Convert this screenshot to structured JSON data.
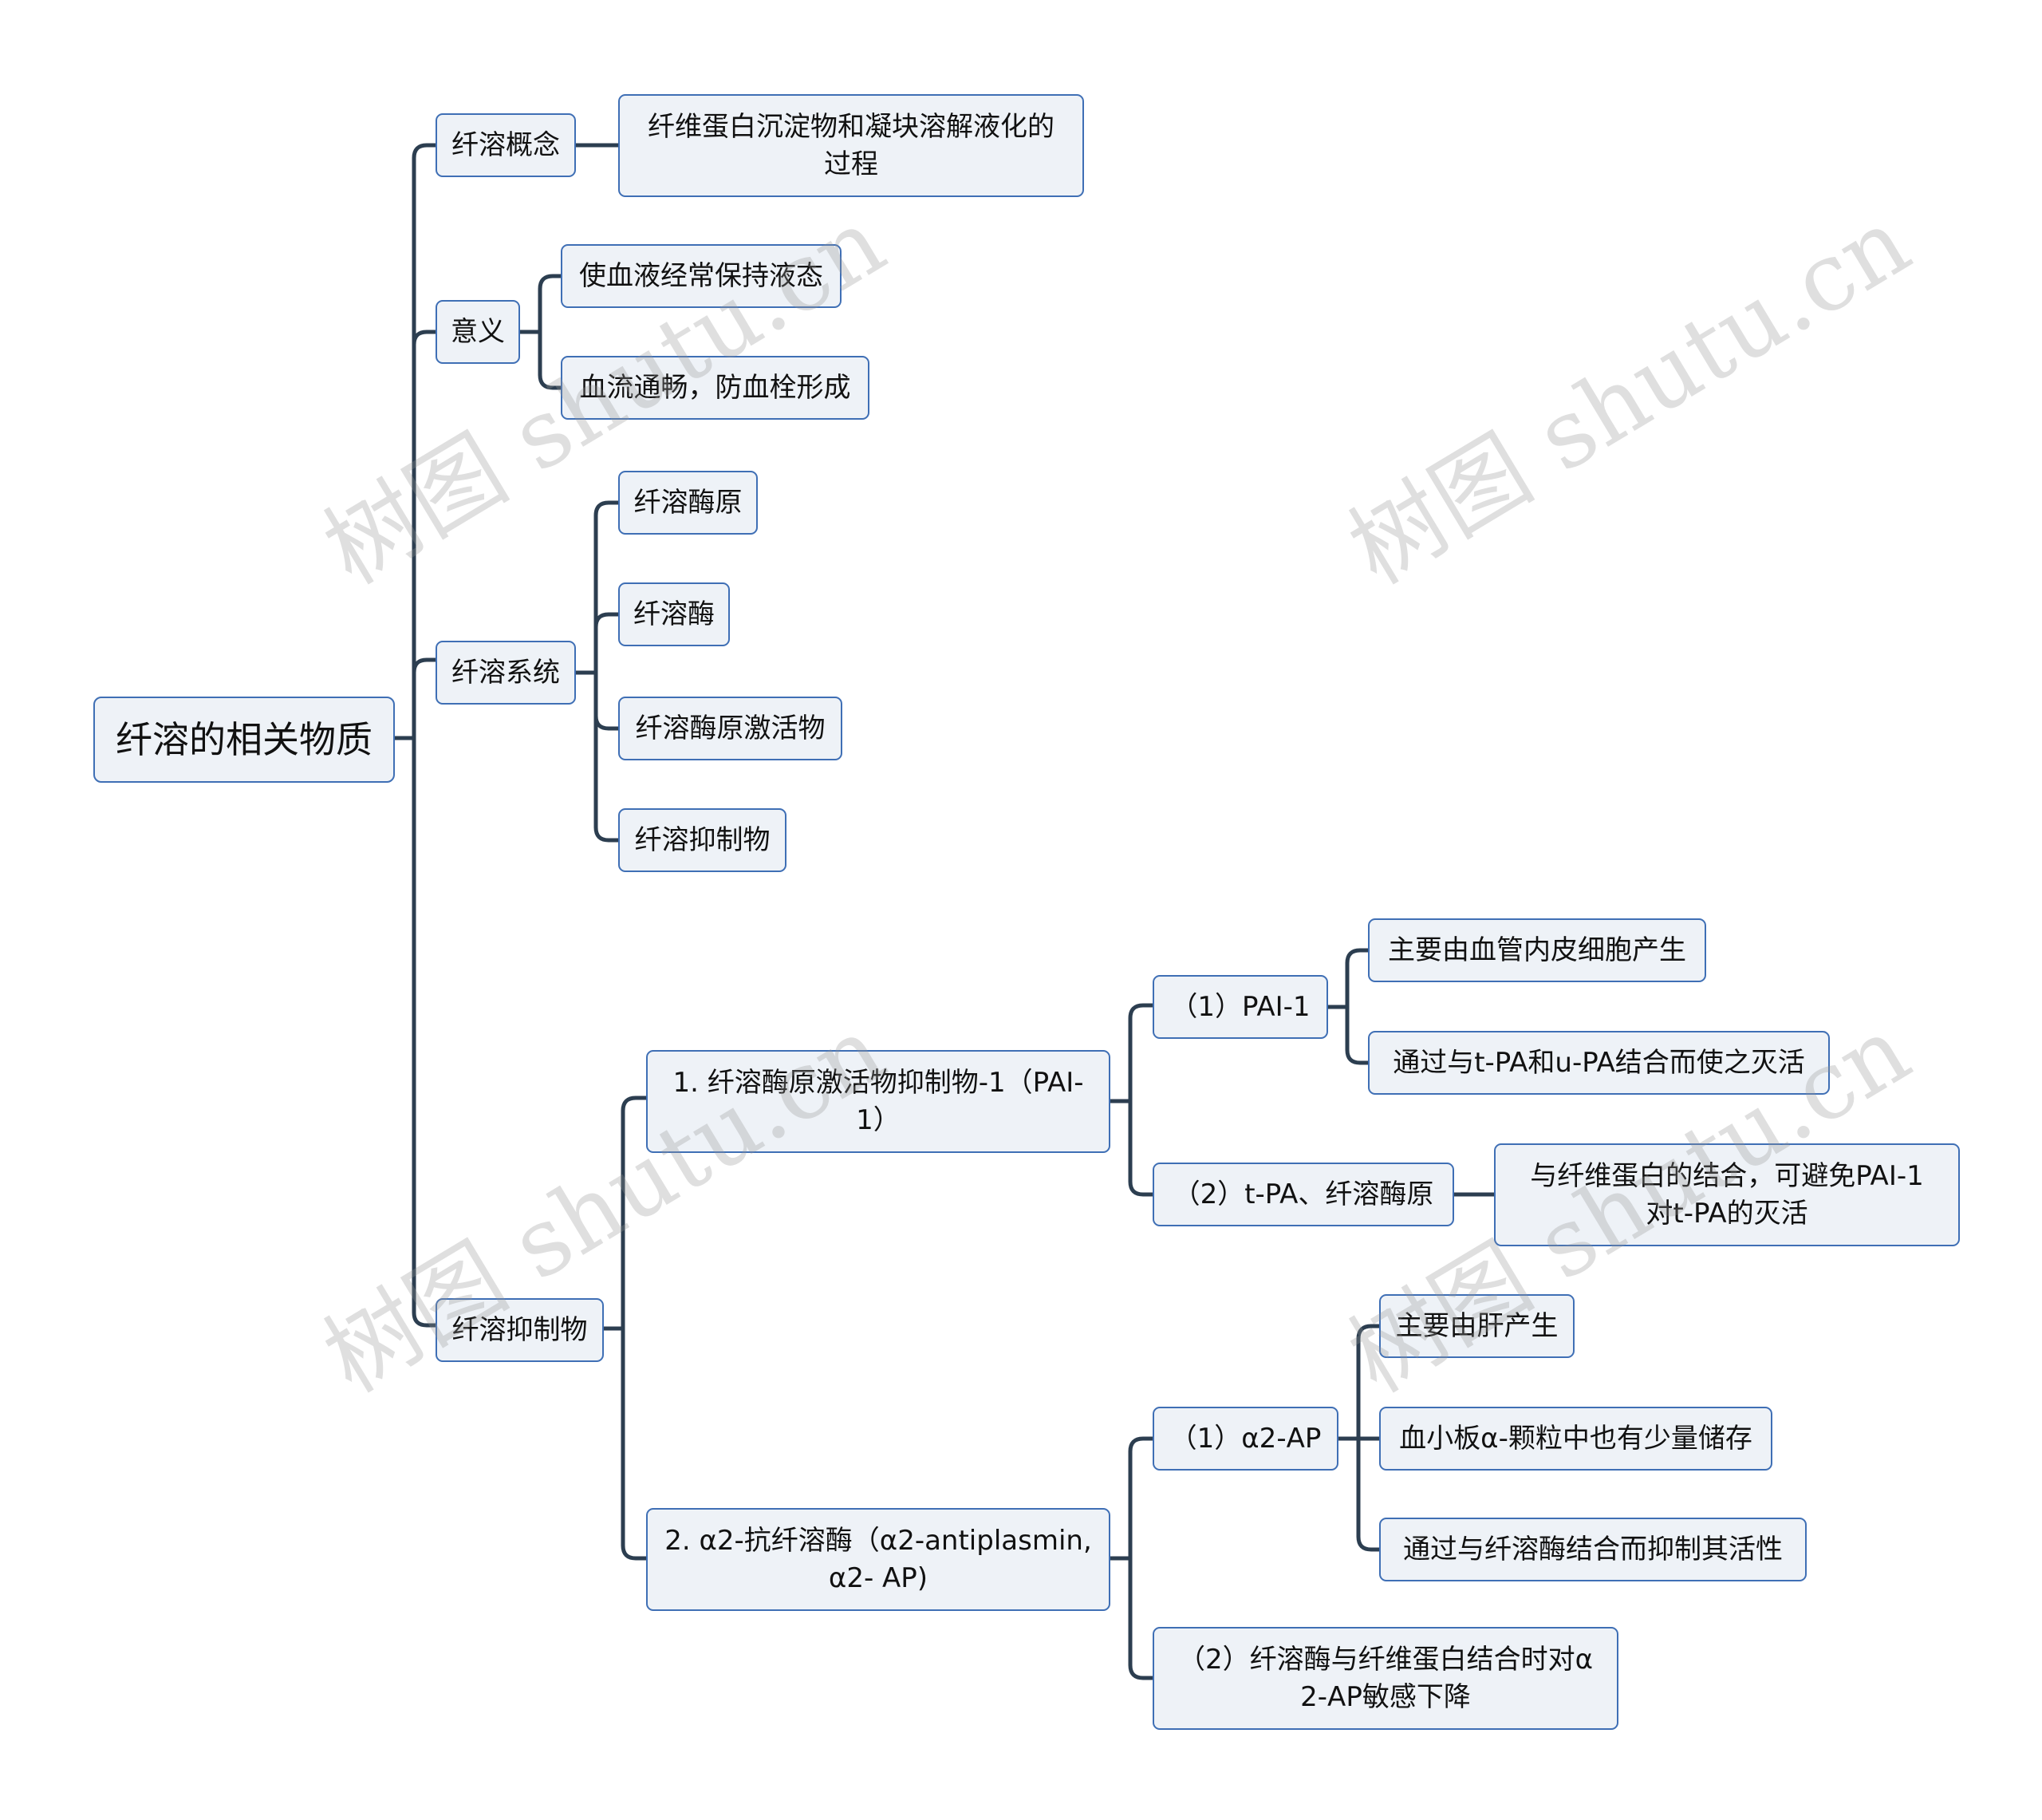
{
  "root": {
    "label": "纤溶的相关物质"
  },
  "branches": {
    "concept": {
      "label": "纤溶概念",
      "children": [
        "纤维蛋白沉淀物和凝块溶解液化的\n过程"
      ]
    },
    "meaning": {
      "label": "意义",
      "children": [
        "使血液经常保持液态",
        "血流通畅，防血栓形成"
      ]
    },
    "system": {
      "label": "纤溶系统",
      "children": [
        "纤溶酶原",
        "纤溶酶",
        "纤溶酶原激活物",
        "纤溶抑制物"
      ]
    },
    "inhibitors": {
      "label": "纤溶抑制物",
      "pai": {
        "label": "1.  纤溶酶原激活物抑制物-1（PAI-\n1）",
        "pai1": {
          "label": "（1）PAI-1",
          "children": [
            "主要由血管内皮细胞产生",
            "通过与t-PA和u-PA结合而使之灭活"
          ]
        },
        "tpa": {
          "label": "（2）t-PA、纤溶酶原",
          "children": [
            "与纤维蛋白的结合，可避免PAI-1\n对t-PA的灭活"
          ]
        }
      },
      "a2": {
        "label": "2. α2-抗纤溶酶（α2-antiplasmin,\nα2- AP)",
        "ap": {
          "label": "（1）α2-AP",
          "children": [
            "主要由肝产生",
            "血小板α-颗粒中也有少量储存",
            "通过与纤溶酶结合而抑制其活性"
          ]
        },
        "decline": {
          "label": "（2）纤溶酶与纤维蛋白结合时对α\n2-AP敏感下降"
        }
      }
    }
  },
  "watermark": "树图 shutu.cn",
  "colors": {
    "line": "#2c3e50",
    "node_fill": "#eef2f7",
    "node_border": "#3f6fb5"
  }
}
